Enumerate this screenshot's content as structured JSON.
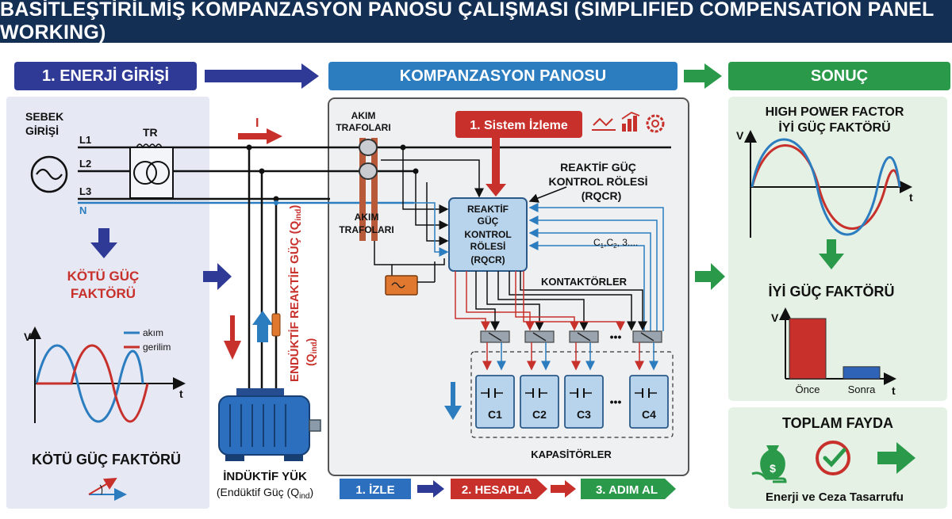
{
  "title": "BASİTLEŞTİRİLMİŞ KOMPANZASYON PANOSU ÇALIŞMASI (SIMPLIFIED COMPENSATION PANEL WORKING)",
  "sections": {
    "input": "1. ENERJİ GİRİŞİ",
    "panel": "KOMPANZASYON PANOSU",
    "result": "SONUÇ"
  },
  "left": {
    "source_label_1": "SEBEK",
    "source_label_2": "GİRİŞİ",
    "lines": [
      "L1",
      "L2",
      "L3",
      "N"
    ],
    "transformer": "TR",
    "bad_pf_1": "KÖTÜ GÜÇ",
    "bad_pf_2": "FAKTÖRÜ",
    "bad_pf_bottom": "KÖTÜ GÜÇ FAKTÖRÜ",
    "axis_v": "V",
    "axis_t": "t",
    "legend_current": "akım",
    "legend_voltage": "gerilim"
  },
  "load": {
    "current_symbol": "I",
    "reactive_label": "ENDÜKTİF REAKTİF GÜÇ (Q",
    "reactive_sub": "ind",
    "reactive_tail": ")",
    "reactive_label2": "(Q",
    "title": "İNDÜKTİF YÜK",
    "subtitle": "(Endüktif Güç (Q",
    "subtitle_sub": "ind",
    "subtitle_tail": ")"
  },
  "panel": {
    "ct_top_1": "AKIM",
    "ct_top_2": "TRAFOLARI",
    "ct_bottom_1": "AKIM",
    "ct_bottom_2": "TRAFOLARI",
    "monitoring": "1. Sistem İzleme",
    "relay_label_1": "REAKTİF GÜÇ",
    "relay_label_2": "KONTROL RÖLESİ",
    "relay_label_3": "(RQCR)",
    "relay_box": [
      "REAKTİF",
      "GÜÇ",
      "KONTROL",
      "RÖLESİ",
      "(RQCR)"
    ],
    "caps_note": "C",
    "caps_note_sub": "1",
    "caps_note_tail": ",C",
    "caps_note_sub2": "2",
    "caps_note_tail2": ", 3....",
    "contactors": "KONTAKTÖRLER",
    "capacitors": [
      "C1",
      "C2",
      "C3",
      "C4"
    ],
    "capacitors_label": "KAPASİTÖRLER",
    "dots": "•••"
  },
  "steps": [
    "1. İZLE",
    "2. HESAPLA",
    "3. ADIM AL"
  ],
  "result": {
    "high_pf_1": "HIGH POWER FACTOR",
    "high_pf_2": "İYİ GÜÇ FAKTÖRÜ",
    "axis_v": "V",
    "axis_t": "t",
    "good_pf": "İYİ GÜÇ FAKTÖRÜ",
    "bar_axis_v": "V",
    "bar_axis_t": "t",
    "total_benefit": "TOPLAM FAYDA",
    "savings": "Enerji ve Ceza Tasarrufu",
    "dollar": "$"
  },
  "bar_chart": {
    "categories": [
      "Önce",
      "Sonra"
    ],
    "values": [
      1,
      0.2
    ],
    "colors": [
      "#c8302b",
      "#2e63b8"
    ]
  },
  "colors": {
    "navy": "#142f54",
    "indigo": "#2f3a97",
    "blue": "#2c7dc0",
    "green": "#2a9a4a",
    "red": "#c8302b",
    "orange": "#e0782f"
  }
}
